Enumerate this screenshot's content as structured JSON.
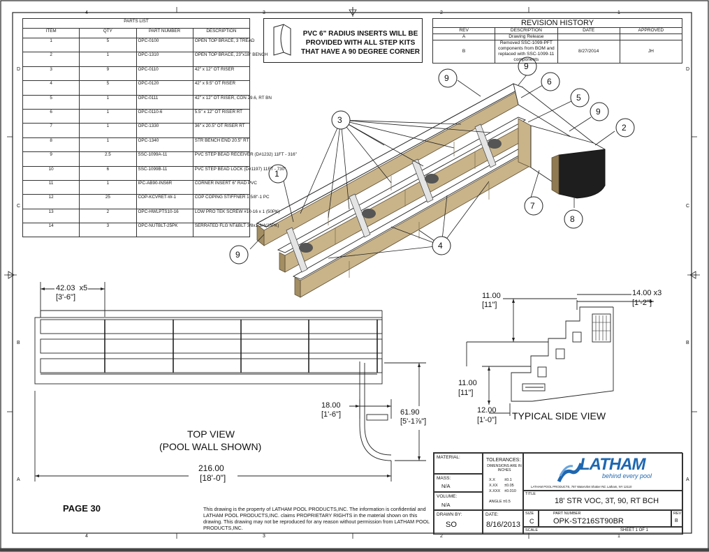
{
  "parts_list": {
    "title": "PARTS LIST",
    "headers": [
      "ITEM",
      "QTY",
      "PART NUMBER",
      "DESCRIPTION"
    ],
    "rows": [
      [
        "1",
        "5",
        "OPC-0100",
        "OPEN TOP BRACE, 3 TREAD"
      ],
      [
        "2",
        "1",
        "OPC-1310",
        "OPEN TOP BRACE, 23\"x18\" BENCH"
      ],
      [
        "3",
        "9",
        "OPC-0110",
        "42\" x 12\" OT RISER"
      ],
      [
        "4",
        "5",
        "OPC-0120",
        "42\" x 9.5\" OT RISER"
      ],
      [
        "5",
        "1",
        "OPC-0111",
        "42\" x 12\" OT RISER, CON 29.6, RT BN"
      ],
      [
        "6",
        "1",
        "OPC-0110-6",
        "5.5\" x 12\" OT RISER RT"
      ],
      [
        "7",
        "1",
        "OPC-1330",
        "36\" x 20.5\" OT RISER RT"
      ],
      [
        "8",
        "1",
        "OPC-1340",
        "STR BENCH END 20.5\" RT"
      ],
      [
        "9",
        "2.5",
        "SSC-1099A-11",
        "PVC STEP BEAD RECEIVER (D#1232) 11FT - 316\""
      ],
      [
        "10",
        "6",
        "SSC-1099B-11",
        "PVC STEP BEAD LOCK (D#1197) 11FT - 730\""
      ],
      [
        "11",
        "1",
        "IPC-AB90-INS6R",
        "CORNER INSERT 6\" RAD PVC"
      ],
      [
        "12",
        "25",
        "COP-KCVRET-W-1",
        "COP COPING STIFFNER 1 5/8\"-1 PC"
      ],
      [
        "13",
        "2",
        "OPC-HWLPTS10-16",
        "LOW PRO TEK SCREW #10-16 x 1 (50PK)"
      ],
      [
        "14",
        "3",
        "OPC-NUTBLT-25PK",
        "SERRATED FLG NT&BLT 3/8x1-3/4(25PK)"
      ]
    ]
  },
  "note": "PVC 6\" RADIUS INSERTS WILL BE PROVIDED WITH ALL STEP KITS THAT HAVE A 90 DEGREE CORNER",
  "revision": {
    "title": "REVISION HISTORY",
    "headers": [
      "REV",
      "DESCRIPTION",
      "DATE",
      "APPROVED"
    ],
    "rows": [
      [
        "A",
        "Drawing Release",
        "",
        ""
      ],
      [
        "B",
        "Removed SSC-1099-PFT components from BOM and replaced with SSC-1099-11 components",
        "8/27/2014",
        "JH"
      ]
    ]
  },
  "zones": {
    "top": [
      "4",
      "3",
      "2",
      "1"
    ],
    "side": [
      "D",
      "C",
      "B",
      "A"
    ]
  },
  "balloons": [
    "9",
    "9",
    "6",
    "5",
    "9",
    "2",
    "3",
    "1",
    "7",
    "8",
    "4",
    "9"
  ],
  "top_view": {
    "label_line1": "TOP VIEW",
    "label_line2": "(POOL WALL SHOWN)",
    "dim_spacing": "42.03",
    "dim_spacing_count": "x5",
    "dim_spacing_ft": "[3'-6\"]",
    "dim_bench": "18.00",
    "dim_bench_ft": "[1'-6\"]",
    "dim_depth": "61.90",
    "dim_depth_ft": "[5'-1⅞\"]",
    "dim_length": "216.00",
    "dim_length_ft": "[18'-0\"]"
  },
  "side_view": {
    "label": "TYPICAL SIDE VIEW",
    "dim_rise1": "11.00",
    "dim_rise1_ft": "[11\"]",
    "dim_tread": "14.00 x3",
    "dim_tread_ft": "[1'-2\"]",
    "dim_rise2": "11.00",
    "dim_rise2_ft": "[11\"]",
    "dim_bottom": "12.00",
    "dim_bottom_ft": "[1'-0\"]"
  },
  "page_label": "PAGE 30",
  "disclaimer": "This drawing is the property of LATHAM POOL PRODUCTS,INC. The information is confidential and LATHAM POOL PRODUCTS,INC. claims PROPRIETARY RIGHTS in the material shown on this drawing. This drawing may not be reproduced for any reason without permission from LATHAM POOL PRODUCTS,INC.",
  "title_block": {
    "material_label": "MATERIAL:",
    "mass_label": "MASS:",
    "mass_value": "N/A",
    "volume_label": "VOLUME:",
    "volume_value": "N/A",
    "drawn_by_label": "DRAWN BY:",
    "drawn_by": "SO",
    "date_label": "DATE:",
    "date": "8/16/2013",
    "tolerances_label": "TOLERANCES:",
    "dims_note": "DIMENSIONS ARE IN INCHES",
    "tol_rows": [
      [
        "X.X",
        "±0.1"
      ],
      [
        "X.XX",
        "±0.05"
      ],
      [
        "X.XXX",
        "±0.010"
      ]
    ],
    "angle": "ANGLE ±0.5",
    "logo": "LATHAM",
    "tagline": "behind every pool",
    "address": "LATHAM POOL PRODUCTS, 787 Watervliet Shaker Rd. Latham, NY 12110",
    "title_label": "TITLE",
    "title": "18' STR VOC, 3T, 90, RT BCH",
    "size_label": "SIZE",
    "size": "C",
    "part_label": "PART NUMBER",
    "part_number": "OPK-ST216ST90BR",
    "rev_label": "REV",
    "rev": "B",
    "scale_label": "SCALE",
    "sheet": "SHEET 1 OF 1"
  },
  "colors": {
    "wood": "#c9b48a",
    "wood_dark": "#8f7a52",
    "logo_blue": "#1f67b0",
    "line": "#222222"
  }
}
